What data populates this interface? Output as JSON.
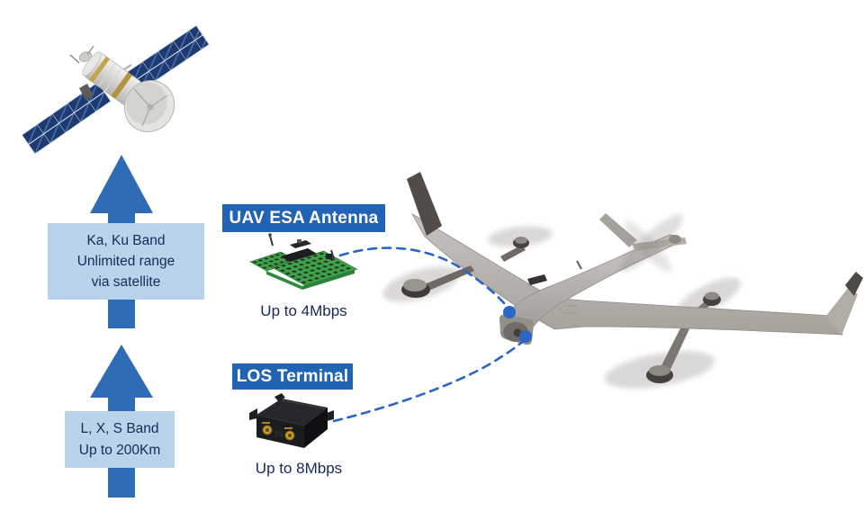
{
  "satcom_path": {
    "band_box_lines": [
      "Ka, Ku Band",
      "Unlimited range",
      "via satellite"
    ]
  },
  "los_path": {
    "band_box_lines": [
      "L, X, S Band",
      "Up to 200Km"
    ]
  },
  "esa_antenna": {
    "label": "UAV ESA Antenna",
    "caption": "Up to 4Mbps"
  },
  "los_terminal": {
    "label": "LOS Terminal",
    "caption": "Up to 8Mbps"
  },
  "icons": {
    "satellite": "communications-satellite",
    "uav": "vtol-fixed-wing-uav",
    "esa_antenna": "phased-array-pcb-antenna",
    "los_terminal": "rugged-datalink-box",
    "uplink_arrow": "up-arrow",
    "link_line": "dashed-curve",
    "link_endpoint": "blue-dot"
  },
  "colors": {
    "arrow_blue": "#2e6cb5",
    "box_light_blue": "#b9d3ea",
    "badge_blue": "#2164b6",
    "text_navy": "#16295b",
    "link_blue": "#2a66c8",
    "pcb_green": "#3da44c",
    "panel_navy": "#1d3b72",
    "page_bg": "#ffffff"
  }
}
